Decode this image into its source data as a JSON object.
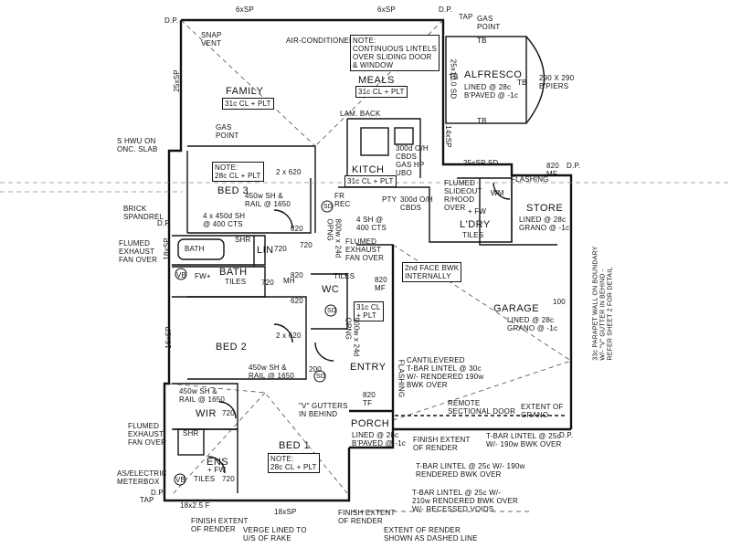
{
  "rooms": {
    "family": "FAMILY",
    "meals": "MEALS",
    "alfresco": "ALFRESCO",
    "kitch": "KITCH",
    "bed3": "BED 3",
    "bed2": "BED 2",
    "bed1": "BED 1",
    "bath": "BATH",
    "lin": "LIN",
    "wc": "WC",
    "ldry": "L'DRY",
    "store": "STORE",
    "garage": "GARAGE",
    "entry": "ENTRY",
    "porch": "PORCH",
    "wir": "WIR",
    "ens": "ENS"
  },
  "labels": {
    "top_6xsp_1": "6xSP",
    "top_6xsp_2": "6xSP",
    "dp_tl": "D.P.",
    "dp_tr": "D.P.",
    "tap_top": "TAP",
    "gas_point_top": "GAS\nPOINT",
    "snap_vent": "SNAP\nVENT",
    "air_conditioner": "AIR-CONDITIONER",
    "note_lintels": "NOTE:\nCONTINUOUS LINTELS\nOVER SLIDING DOOR\n& WINDOW",
    "tb1": "TB",
    "tb2": "TB",
    "tb3": "TB",
    "tb4": "TB",
    "family_finish": "31c CL + PLT",
    "meals_finish": "31c CL + PLT",
    "alfresco_finish": "LINED @ 28c\nB'PAVED @ -1c",
    "piers": "290 X 290\nB'PIERS",
    "sp25_left": "25xSP",
    "sp25_right": "25x10.0 SD",
    "lam_back": "LAM. BACK",
    "gas_point_family": "GAS\nPOINT",
    "hwu": "S HWU ON\nONC. SLAB",
    "oh300": "300d O/H\nCBDS\nGAS HP\nUBO",
    "sp14": "14xSP",
    "sp25_sd": "25xSP SD",
    "dp_right": "D.P.",
    "mf820_kitch": "820\nMF",
    "flashing_top": "FLASHING",
    "note_bed3": "NOTE:\n28c CL + PLT",
    "sp2x620_bed3": "2 x 620",
    "bed3_window": "450w SH &\nRAIL @ 1650",
    "bed3_sh": "4 x 450d SH\n@ 400 CTS",
    "brick_spandrel": "BRICK\nSPANDREL",
    "dp_mid": "D.P.",
    "sp18": "18xSP",
    "kitch_finish": "31c CL + PLT",
    "frrec": "FR\nREC",
    "pty": "PTY",
    "oh300b": "300d O/H\nCBDS",
    "flumed_slideout": "FLUMED\nSLIDEOUT\nR/HOOD\nOVER",
    "fw_ldry": "+ FW",
    "wm": "WM",
    "sh4_400": "4 SH @\n400 CTS",
    "ldry_tiles": "TILES",
    "store_finish": "LINED @ 28c\nGRANO @ -1c",
    "flumed_exhaust_1": "FLUMED\nEXHAUST\nFAN OVER",
    "bath_label_small": "BATH",
    "shr_bath": "SHR",
    "v720a": "720",
    "v820a": "820",
    "v820b": "820",
    "v720b": "720",
    "v720c": "720",
    "flumed_exhaust_2": "FLUMED\nEXHAUST\nFAN OVER",
    "bath_tiles": "TILES",
    "fw_bath": "FW+",
    "vb_bath": "VB",
    "opng_800": "800w x 24d\nOPNG",
    "mh": "MH",
    "wc_tiles": "TILES",
    "mf820_entry": "820\nMF",
    "second_face": "2nd FACE BWK\nINTERNALLY",
    "v620": "620",
    "garage_finish": "LINED @ 28c\nGRANO @ -1c",
    "sp16": "16xSP",
    "v100": "100",
    "parapet": "33c PARAPET WALL ON BOUNDARY\nW/- \"V\" GUTTER IN BEHIND -\nREFER SHEET 2 FOR DETAIL",
    "entry_finish": "31c CL\n+ PLT",
    "opng_900": "900w x 24d\nOPNG",
    "sp2x620_bed2": "2 x 620",
    "bed2_window": "450w SH &\nRAIL @ 1650",
    "v200": "200",
    "cantilevered": "CANTILEVERED\nT-BAR LINTEL @ 30c\nW/- RENDERED 190w\nBWK OVER",
    "flashing_entry": "FLASHING",
    "tf820": "820\nTF",
    "v_gutters": "\"V\" GUTTERS\nIN BEHIND",
    "wir_window": "450w SH &\nRAIL @ 1650",
    "v720d": "720",
    "remote_door": "REMOTE\nSECTIONAL DOOR",
    "extent_grano": "EXTENT OF\nGRANO",
    "tbar_25c_right": "T-BAR LINTEL @ 25c\nW/- 190w BWK OVER",
    "dp_bottom_right": "D.P.",
    "flumed_exhaust_3": "FLUMED\nEXHAUST\nFAN OVER",
    "shr_ens": "SHR",
    "fw_ens": "+ FW",
    "ens_tiles": "TILES",
    "vb_ens": "VB",
    "v720e": "720",
    "note_bed1": "NOTE:\n28c CL + PLT",
    "porch_finish": "LINED @ 28c\nB'PAVED @ -1c",
    "finish_render_1": "FINISH EXTENT\nOF RENDER",
    "tbar_190": "T-BAR LINTEL @ 25c W/- 190w\nRENDERED BWK OVER",
    "tbar_210": "T-BAR LINTEL @ 25c W/-\n210w RENDERED BWK OVER\nW/- RECESSED VOIDS",
    "electric_meter": "AS/ELECTRIC\nMETERBOX",
    "dp_bl": "D.P.",
    "tap_bl": "TAP",
    "sp18_25": "18x2.5 F",
    "sp18_bottom": "18xSP",
    "finish_render_2": "FINISH EXTENT\nOF RENDER",
    "verge": "VERGE LINED TO\nU/S OF RAKE",
    "finish_render_3": "FINISH EXTENT\nOF RENDER",
    "extent_render_dashed": "EXTENT OF RENDER\nSHOWN AS DASHED LINE",
    "sd_mark_1": "SD",
    "sd_mark_2": "SD",
    "sd_mark_3": "SD"
  }
}
